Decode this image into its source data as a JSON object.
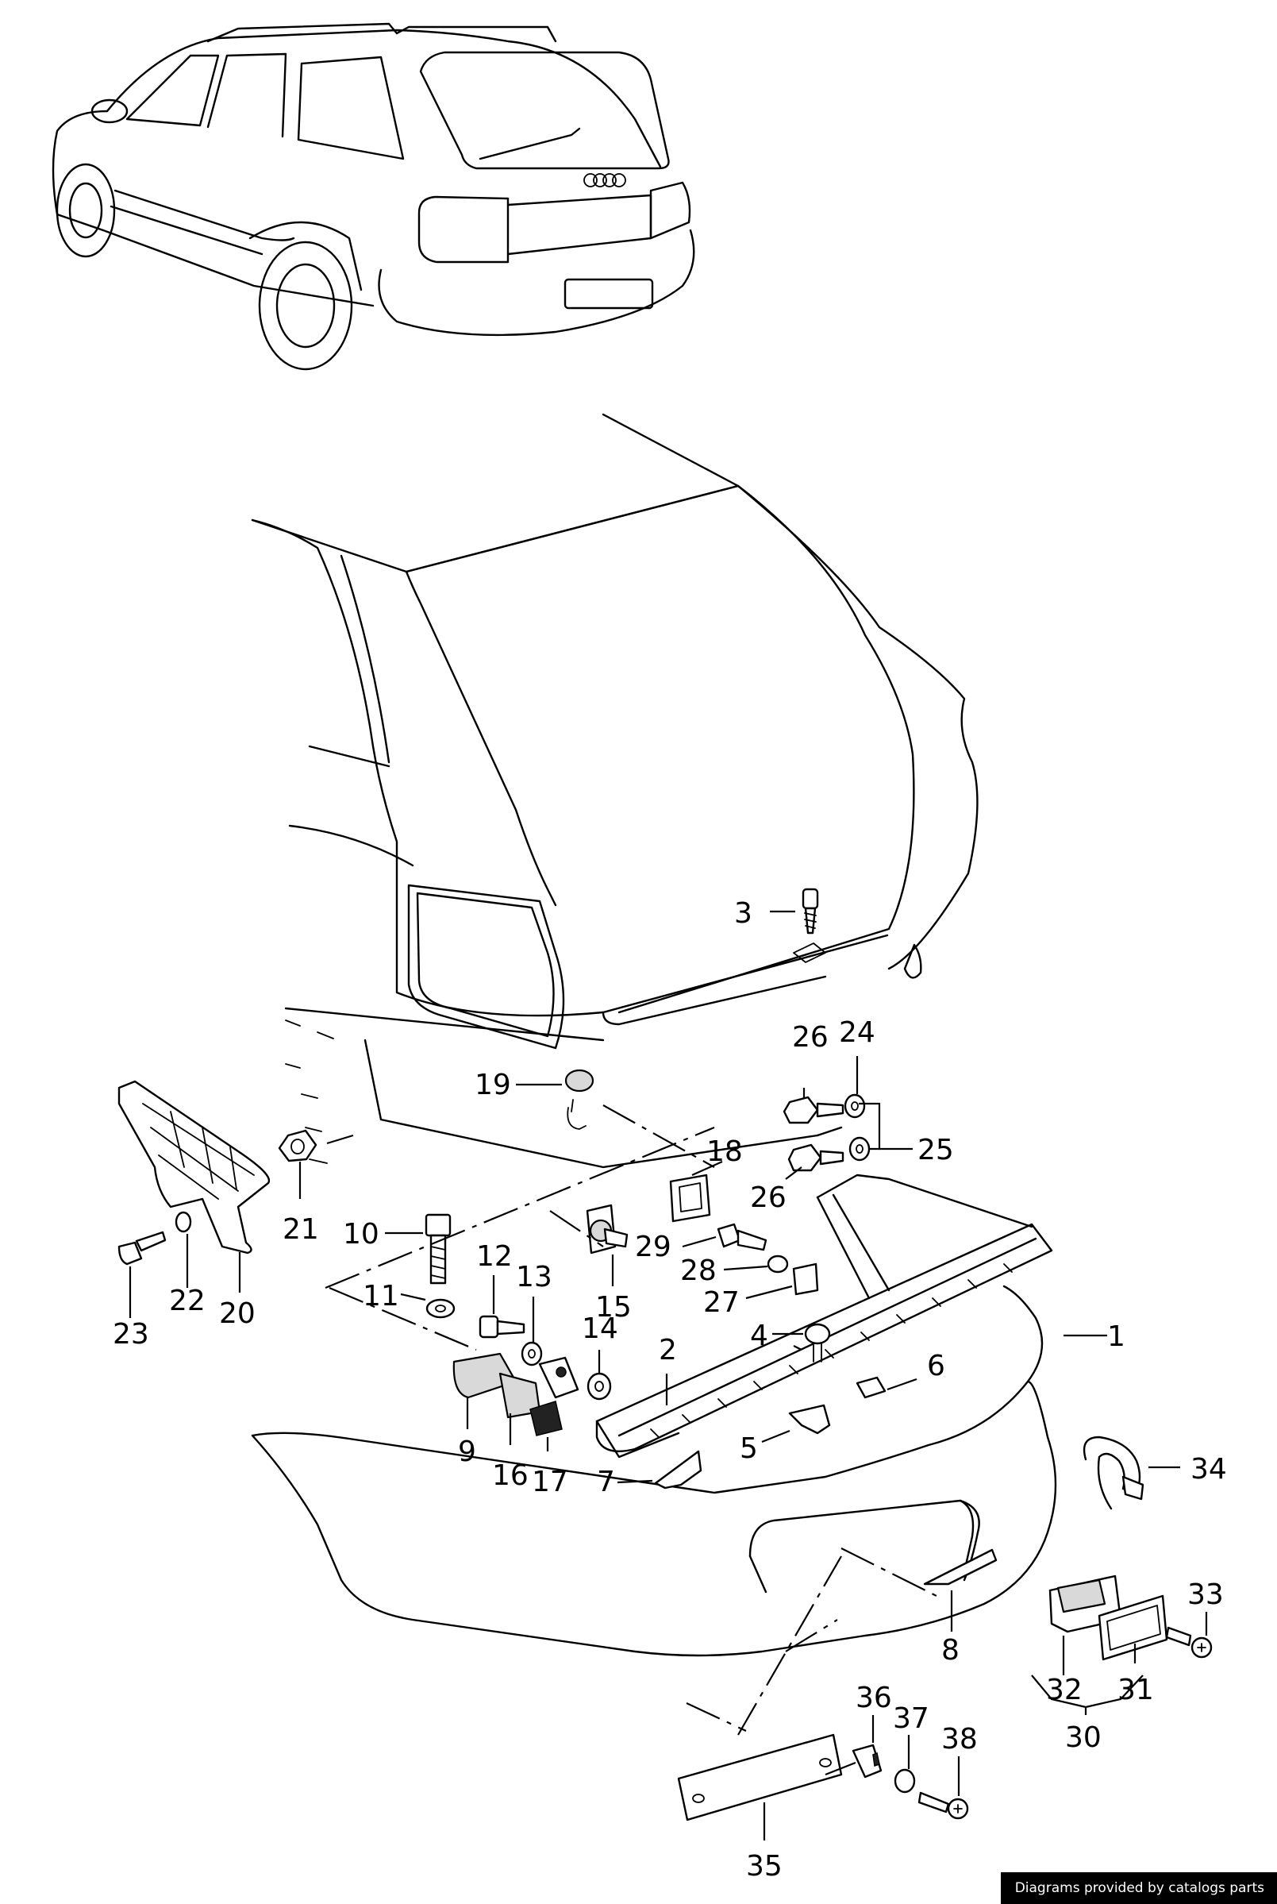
{
  "diagram": {
    "callouts": [
      "1",
      "2",
      "3",
      "4",
      "5",
      "6",
      "7",
      "8",
      "9",
      "10",
      "11",
      "12",
      "13",
      "14",
      "15",
      "16",
      "17",
      "18",
      "19",
      "20",
      "21",
      "22",
      "23",
      "24",
      "25",
      "26",
      "26",
      "27",
      "28",
      "29",
      "30",
      "31",
      "32",
      "33",
      "34",
      "35",
      "36",
      "37",
      "38"
    ]
  },
  "footer": {
    "credit": "Diagrams provided by catalogs parts"
  }
}
